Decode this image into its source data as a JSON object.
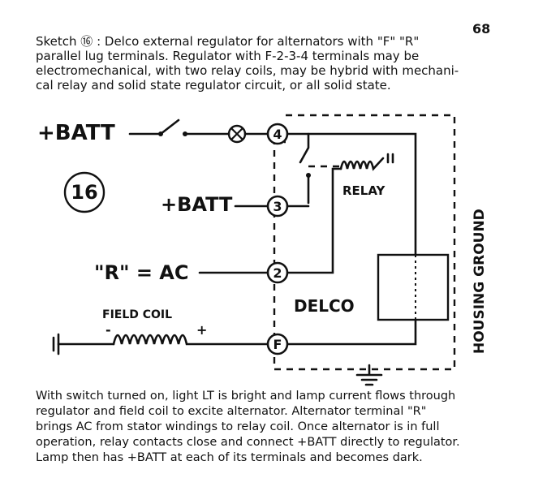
{
  "page_number": "68",
  "caption_top": [
    "Sketch ⑯ : Delco external regulator for alternators with \"F\" \"R\"",
    "parallel lug terminals. Regulator with F-2-3-4 terminals may be",
    "electromechanical, with two relay coils, may be hybrid with mechani-",
    "cal relay and solid state regulator circuit, or all solid state."
  ],
  "diagram": {
    "sketch_number": "16",
    "labels": {
      "batt_top": "+BATT",
      "batt_mid": "+BATT",
      "r_ac": "\"R\" = AC",
      "field_coil": "FIELD COIL",
      "coil_minus": "-",
      "coil_plus": "+",
      "relay": "RELAY",
      "delco": "DELCO",
      "housing_ground": "HOUSING GROUND"
    },
    "terminals": [
      "4",
      "3",
      "2",
      "F"
    ]
  },
  "caption_bottom": [
    "With switch turned on, light LT is bright and lamp current flows through",
    "regulator and field coil to excite alternator. Alternator terminal \"R\"",
    "brings AC from stator windings to relay coil. Once alternator is in full",
    "operation, relay contacts close and connect +BATT directly to regulator.",
    "Lamp then has  +BATT at each of its terminals and becomes dark."
  ]
}
